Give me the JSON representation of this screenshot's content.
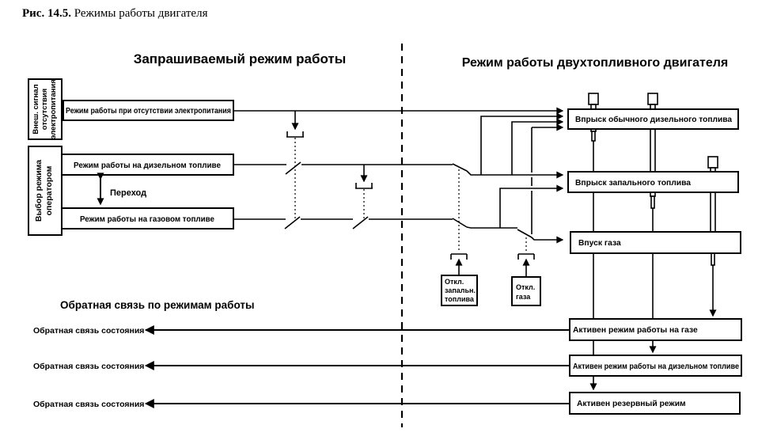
{
  "title": {
    "fig": "Рис. 14.5.",
    "caption": " Режимы работы двигателя"
  },
  "headings": {
    "left": "Запрашиваемый режим работы",
    "right": "Режим работы двухтопливного двигателя",
    "feedback": "Обратная связь по режимам работы"
  },
  "request_side": {
    "ext_signal_lines": [
      "Внеш. сигнал",
      "отсутствия",
      "электропитания"
    ],
    "operator_lines": [
      "Выбор режима",
      "оператором"
    ],
    "no_power_mode": "Режим работы при отсутствии электропитания",
    "diesel_mode": "Режим работы на дизельном топливе",
    "gas_mode": "Режим работы на газовом топливе",
    "transition": "Переход"
  },
  "engine_side": {
    "inj_diesel": "Впрыск обычного дизельного топлива",
    "inj_pilot": "Впрыск запального топлива",
    "gas_intake": "Впуск газа",
    "off_pilot_lines": [
      "Откл.",
      "запальн.",
      "топлива"
    ],
    "off_gas_lines": [
      "Откл.",
      "газа"
    ],
    "active_gas": "Активен режим работы на газе",
    "active_diesel": "Активен режим работы на дизельном топливе",
    "active_reserve": "Активен резервный режим"
  },
  "feedback": {
    "status1": "Обратная связь состояния",
    "status2": "Обратная связь состояния",
    "status3": "Обратная связь состояния"
  },
  "colors": {
    "ink": "#000000",
    "paper": "#ffffff"
  }
}
